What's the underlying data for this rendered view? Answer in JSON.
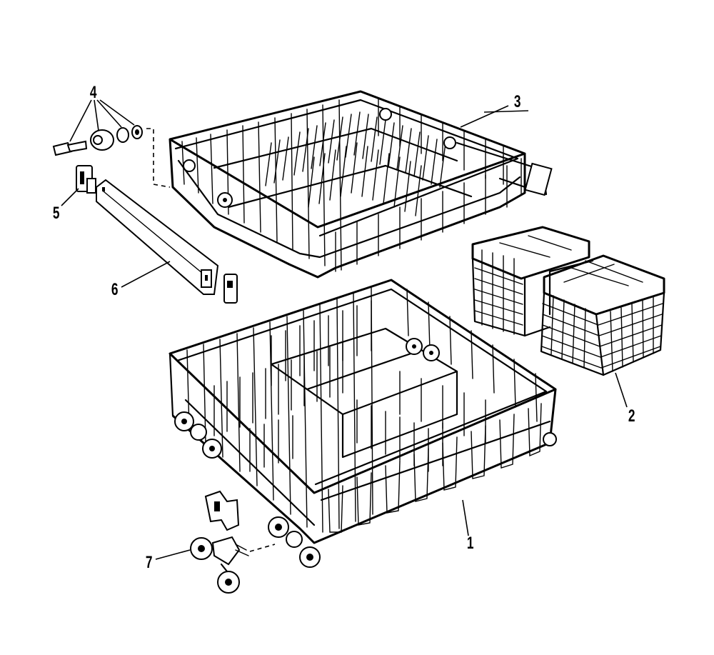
{
  "diagram": {
    "callouts": [
      {
        "id": "1",
        "label": "1"
      },
      {
        "id": "2",
        "label": "2"
      },
      {
        "id": "3",
        "label": "3"
      },
      {
        "id": "4",
        "label": "4"
      },
      {
        "id": "5",
        "label": "5"
      },
      {
        "id": "6",
        "label": "6"
      },
      {
        "id": "7",
        "label": "7"
      }
    ],
    "parts": [
      {
        "callout": "1",
        "icon": "lower-dish-rack"
      },
      {
        "callout": "2",
        "icon": "silverware-basket"
      },
      {
        "callout": "3",
        "icon": "upper-dish-rack"
      },
      {
        "callout": "4",
        "icon": "roller-screw-spacer-washers"
      },
      {
        "callout": "5",
        "icon": "rail-end-cap"
      },
      {
        "callout": "6",
        "icon": "track-rail"
      },
      {
        "callout": "7",
        "icon": "wheel-and-clip"
      }
    ],
    "colors": {
      "ink": "#000000",
      "paper": "#ffffff"
    }
  }
}
